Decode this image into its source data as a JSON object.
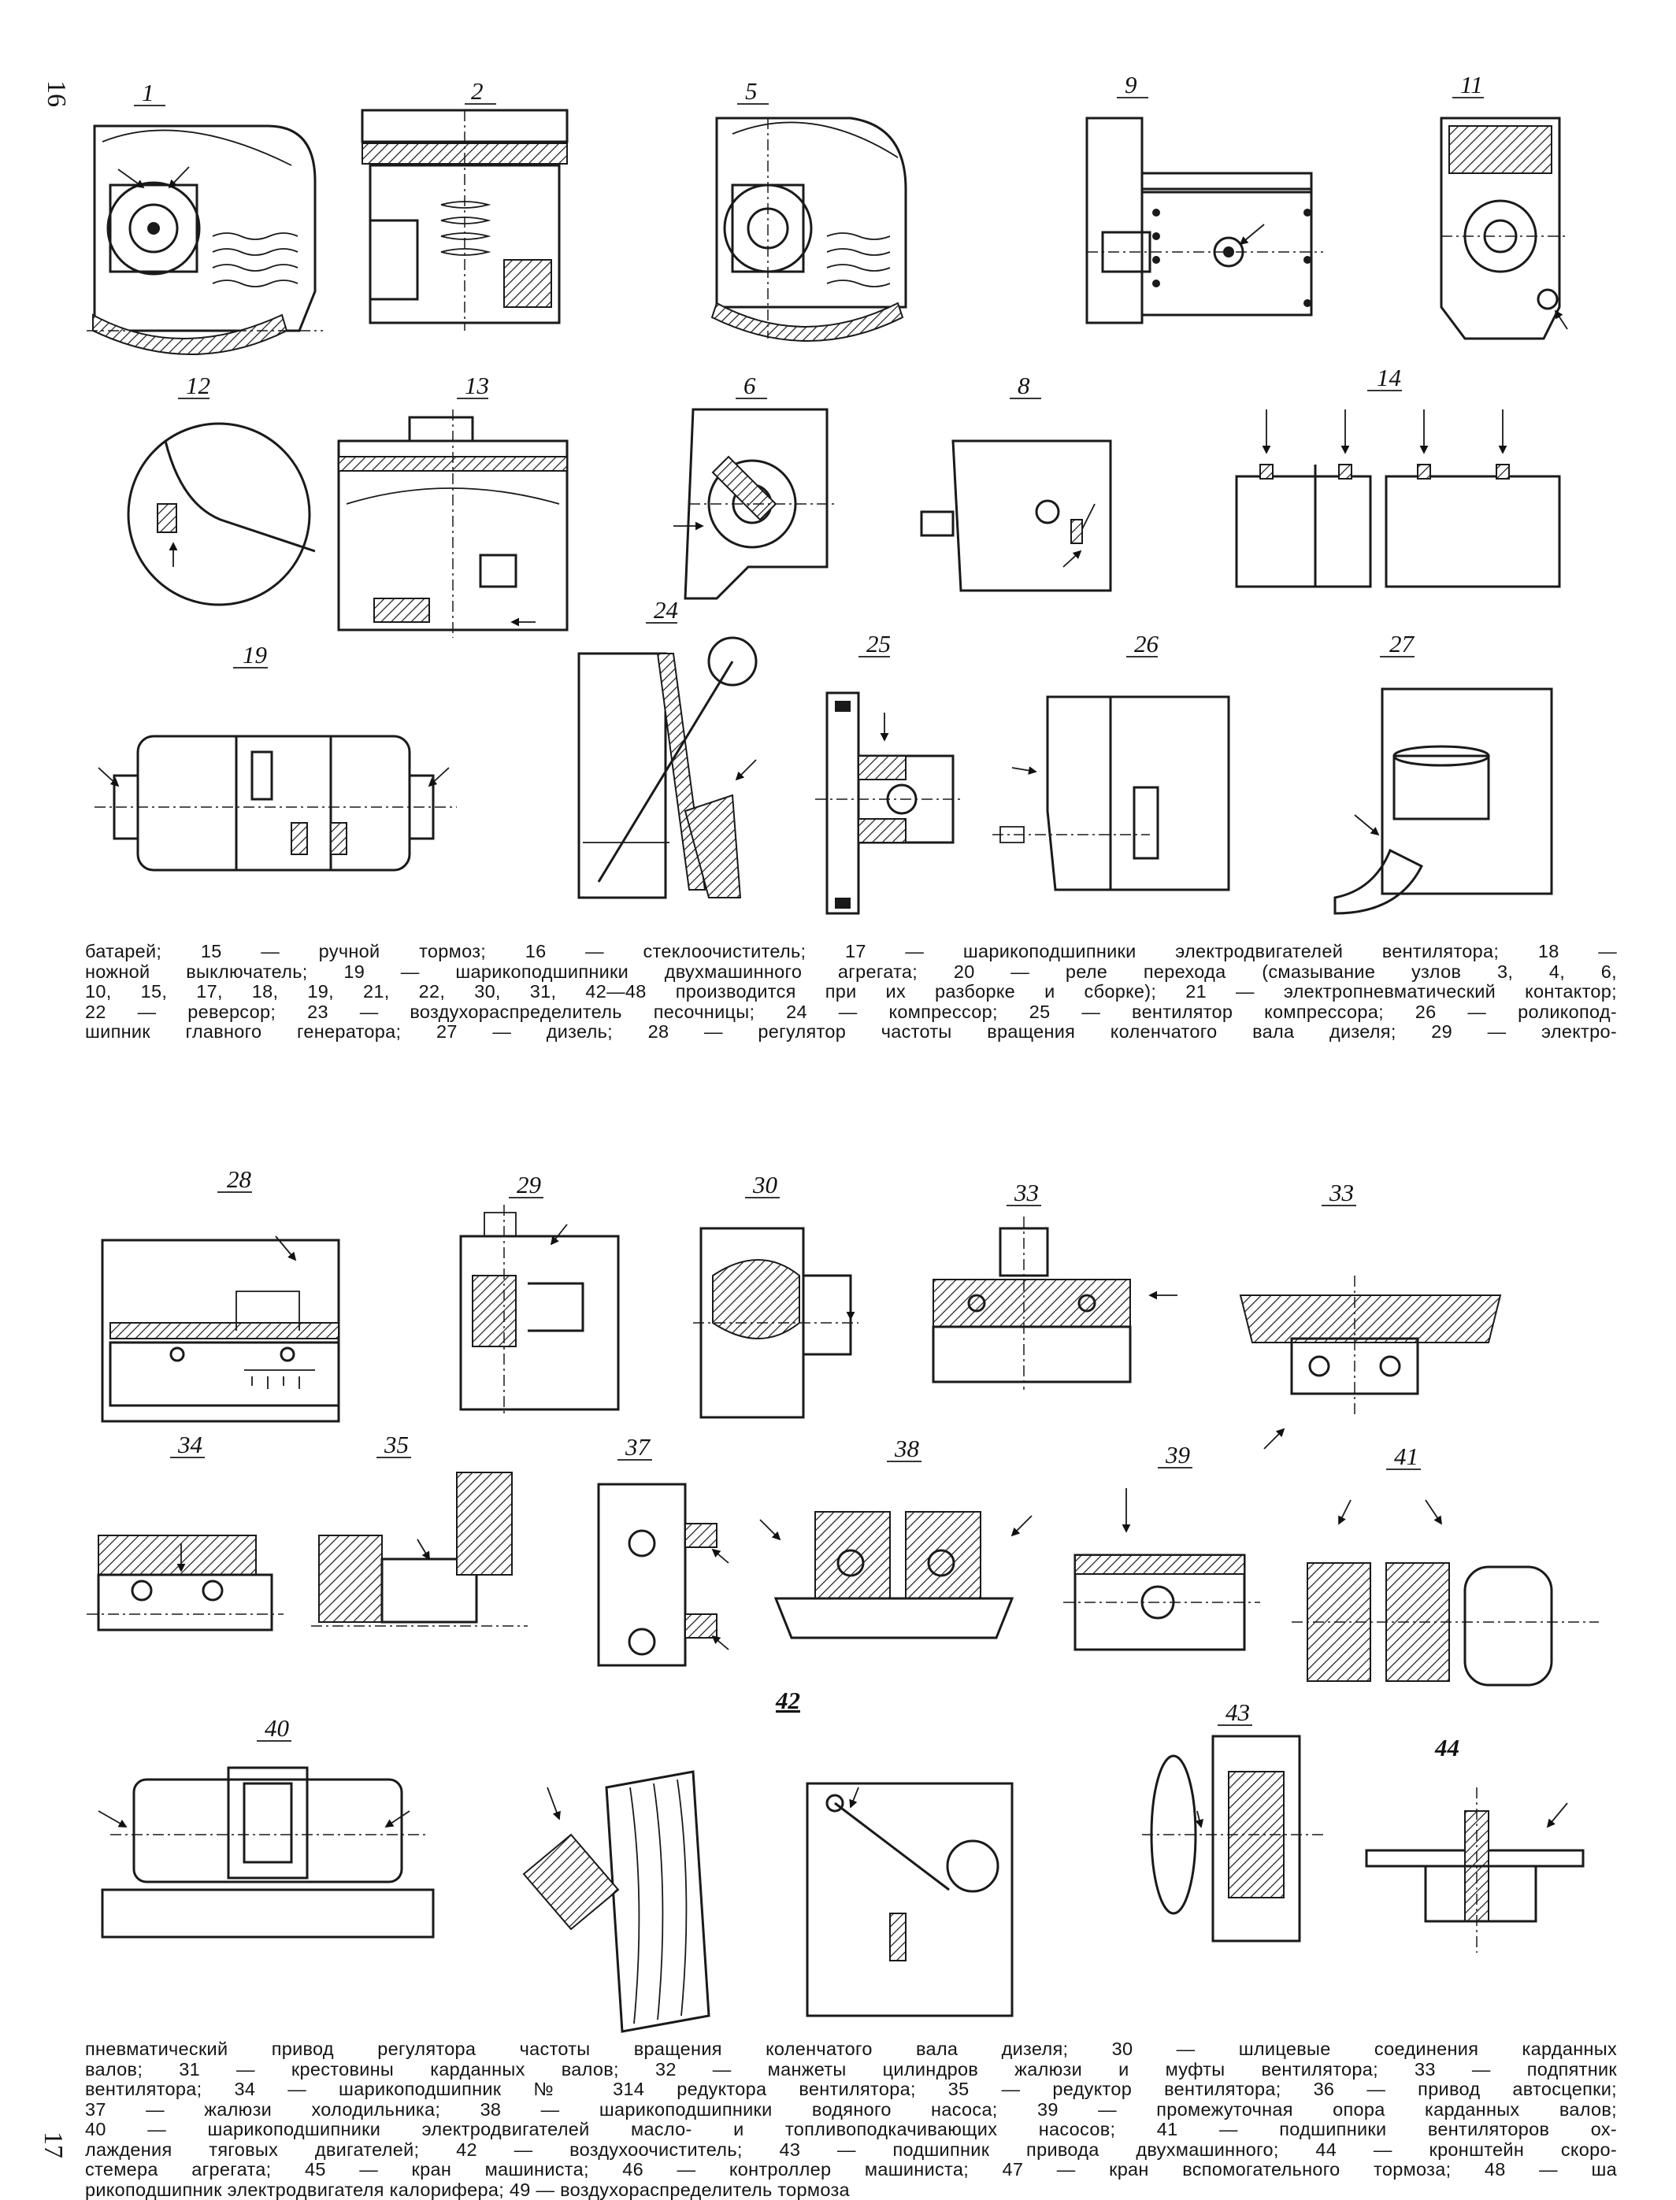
{
  "page_numbers": {
    "top": "16",
    "bottom": "17"
  },
  "figure_labels": [
    "1",
    "2",
    "5",
    "9",
    "11",
    "12",
    "13",
    "6",
    "8",
    "14",
    "19",
    "24",
    "25",
    "26",
    "27",
    "28",
    "29",
    "30",
    "33",
    "33",
    "34",
    "35",
    "37",
    "38",
    "39",
    "41",
    "42",
    "40",
    "43",
    "44"
  ],
  "caption_top": [
    "батарей; 15 — ручной тормоз; 16 — стеклоочиститель; 17 — шарикоподшипники электродвигателей вентилятора; 18 —",
    "ножной выключатель; 19 — шарикоподшипники двухмашинного агрегата; 20 — реле перехода (смазывание узлов 3, 4, 6,",
    "10, 15, 17, 18, 19, 21, 22, 30, 31, 42—48 производится при их разборке и сборке); 21 — электропневматический контактор;",
    "22 — реверсор; 23 — воздухораспределитель песочницы; 24 — компрессор; 25 — вентилятор компрессора; 26 — роликопод-",
    "шипник главного генератора; 27 — дизель; 28 — регулятор частоты вращения коленчатого вала дизеля; 29 — электро-"
  ],
  "caption_bottom": [
    "пневматический привод регулятора частоты вращения коленчатого вала дизеля; 30 — шлицевые соединения карданных",
    "валов; 31 — крестовины карданных валов; 32 — манжеты цилиндров жалюзи и муфты вентилятора; 33 — подпятник",
    "вентилятора; 34 — шарикоподшипник № 314 редуктора вентилятора; 35 — редуктор вентилятора; 36 — привод автосцепки;",
    "37 — жалюзи холодильника; 38 — шарикоподшипники водяного насоса; 39 — промежуточная опора карданных валов;",
    "40 — шарикоподшипники электродвигателей масло- и топливоподкачивающих насосов; 41 — подшипники вентиляторов ох-",
    "лаждения тяговых двигателей; 42 — воздухоочиститель; 43 — подшипник привода двухмашинного; 44 — кронштейн скоро-",
    "стемера агрегата; 45 — кран машиниста; 46 — контроллер машиниста; 47 — кран вспомогательного тормоза; 48 — ша",
    "рикоподшипник электродвигателя калорифера; 49 — воздухораспределитель тормоза"
  ]
}
